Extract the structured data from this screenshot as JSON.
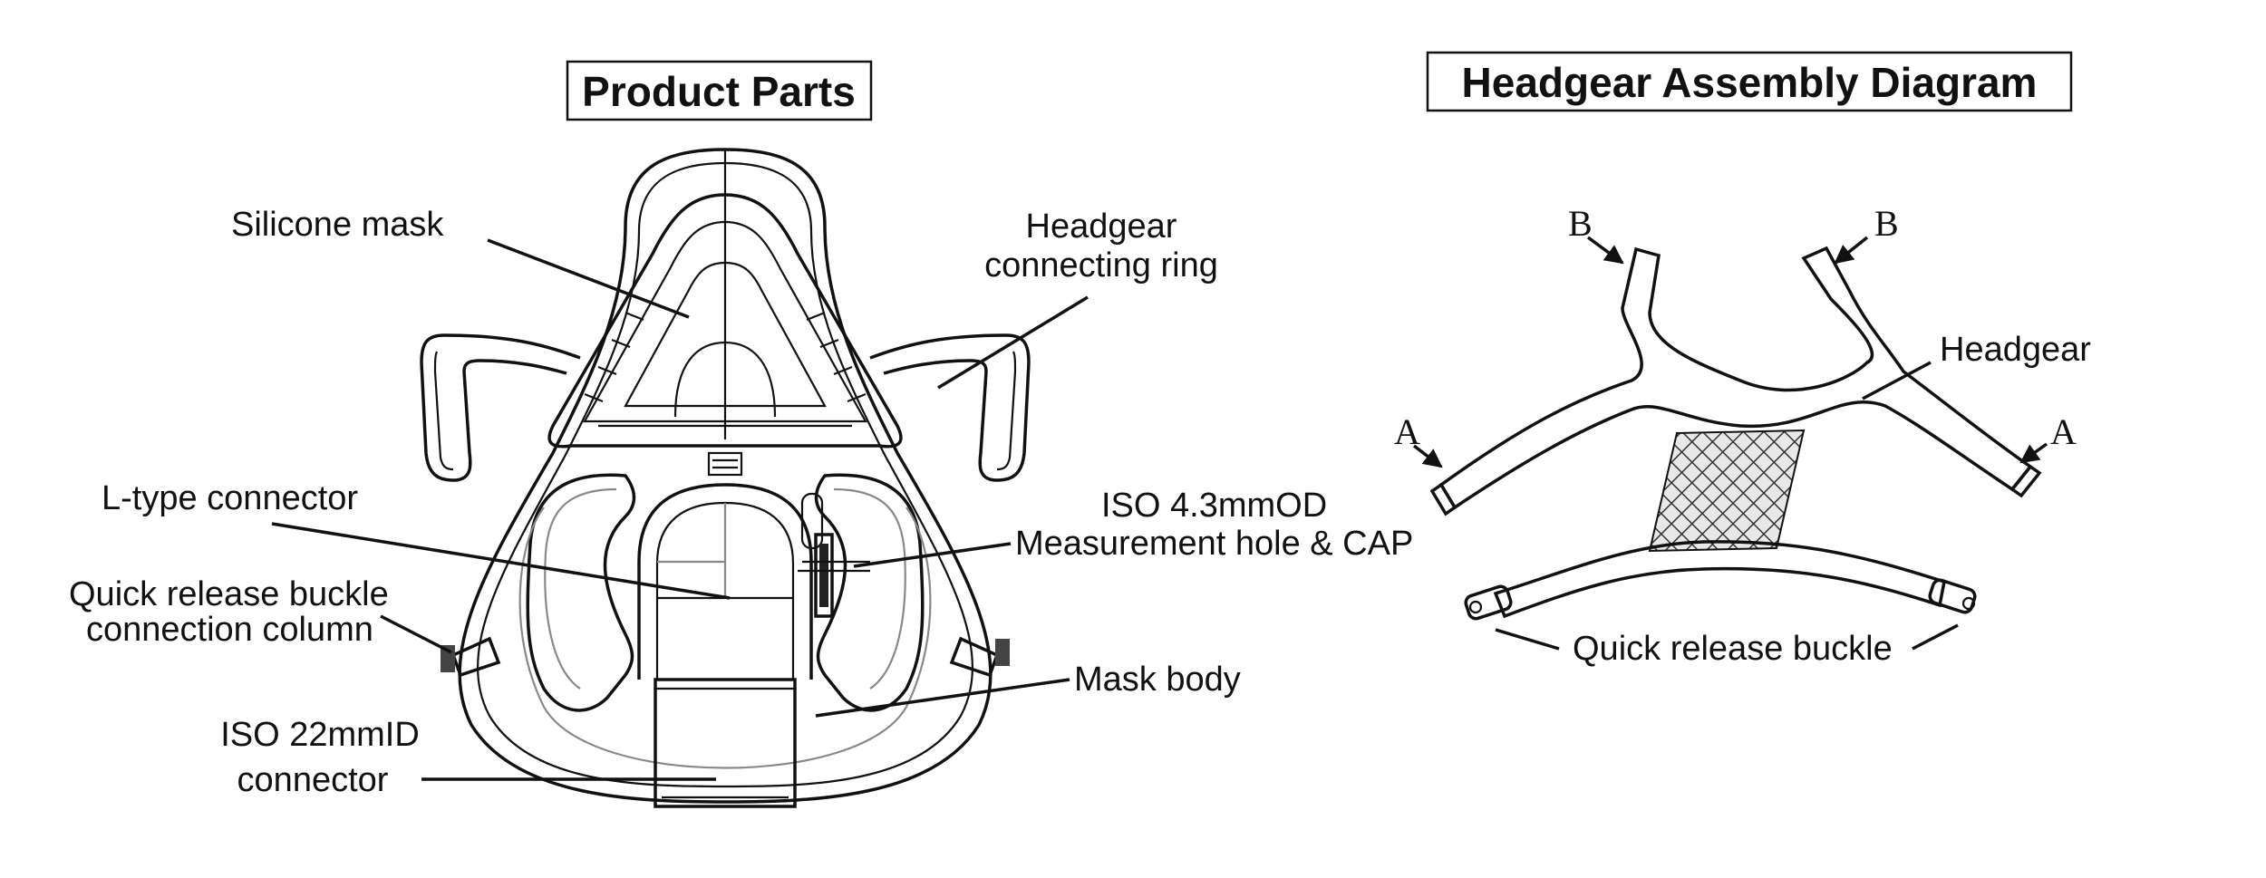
{
  "product_parts": {
    "title": "Product Parts",
    "labels": {
      "silicone_mask": "Silicone mask",
      "headgear_ring_line1": "Headgear",
      "headgear_ring_line2": "connecting ring",
      "l_type": "L-type connector",
      "iso43_line1": "ISO 4.3mmOD",
      "iso43_line2": "Measurement hole & CAP",
      "buckle_col_line1": "Quick release buckle",
      "buckle_col_line2": "connection column",
      "mask_body": "Mask body",
      "iso22_line1": "ISO 22mmID",
      "iso22_line2": "connector"
    }
  },
  "headgear": {
    "title": "Headgear Assembly Diagram",
    "labels": {
      "b": "B",
      "a": "A",
      "headgear": "Headgear",
      "quick_release": "Quick release buckle"
    }
  }
}
